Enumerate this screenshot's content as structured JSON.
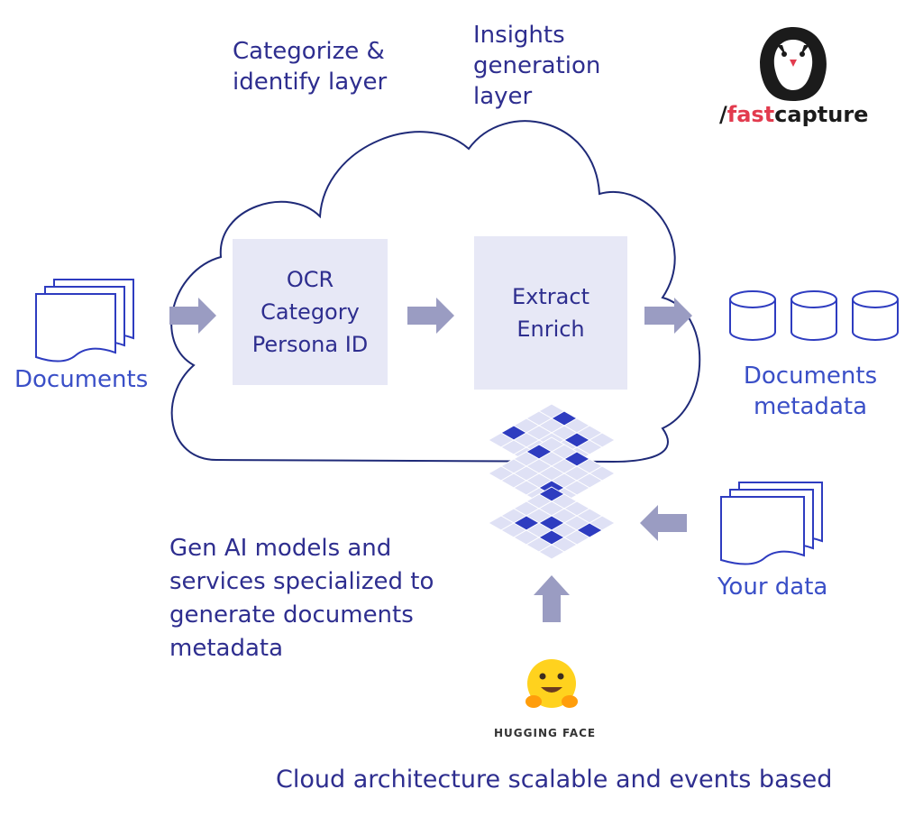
{
  "labels": {
    "categorize_line1": "Categorize &",
    "categorize_line2": "identify layer",
    "insights_line1": "Insights",
    "insights_line2": "generation",
    "insights_line3": "layer",
    "documents": "Documents",
    "documents_metadata_line1": "Documents",
    "documents_metadata_line2": "metadata",
    "your_data": "Your data",
    "genai_line1": "Gen AI models and",
    "genai_line2": "services specialized to",
    "genai_line3": "generate documents",
    "genai_line4": "metadata",
    "footer": "Cloud architecture scalable and events based"
  },
  "boxes": {
    "ocr_line1": "OCR",
    "ocr_line2": "Category",
    "ocr_line3": "Persona ID",
    "extract_line1": "Extract",
    "extract_line2": "Enrich"
  },
  "logos": {
    "fastcapture_slash": "/",
    "fastcapture_fast": "fast",
    "fastcapture_capture": "capture",
    "hugging_face": "HUGGING FACE"
  },
  "colors": {
    "text_dark": "#2e2e8f",
    "text_blue": "#3a4fc7",
    "box_fill": "#e7e8f6",
    "arrow": "#9a9cc2",
    "grid_light": "#dfe1f5",
    "grid_dark": "#2e3cc0",
    "accent_red": "#e23b4e"
  },
  "icons": [
    "documents-stack-icon",
    "database-icon",
    "neural-grid-icon",
    "arrow-right-icon",
    "arrow-left-icon",
    "arrow-up-icon",
    "owl-logo-icon",
    "hugging-face-emoji-icon"
  ]
}
